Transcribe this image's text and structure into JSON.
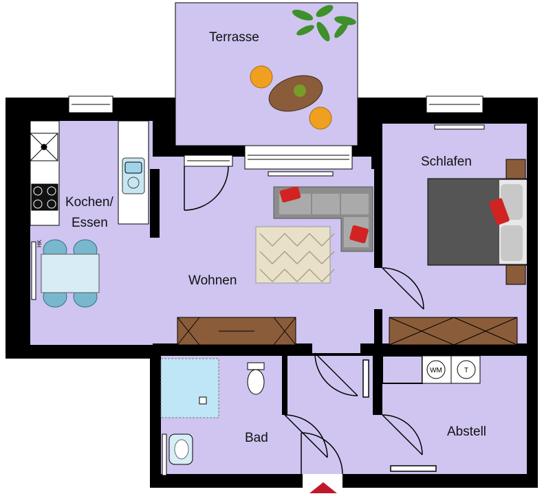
{
  "rooms": {
    "terrasse": "Terrasse",
    "kochen_line1": "Kochen/",
    "kochen_line2": "Essen",
    "wohnen": "Wohnen",
    "schlafen": "Schlafen",
    "bad": "Bad",
    "abstell": "Abstell"
  },
  "appliances": {
    "washer": "WM",
    "dryer": "T",
    "heater": "HK"
  },
  "colors": {
    "floor": "#cfc5f0",
    "wall": "#000000",
    "sofa": "#8c8c8c",
    "cushion": "#d22323",
    "wood": "#8a5c3a",
    "bed_dark": "#555555",
    "chair_blue": "#79b7cc",
    "entrance_arrow": "#c0182a",
    "plant": "#3f8f2a",
    "garden_chair": "#f0a020"
  },
  "icons": [
    "entrance-arrow-icon",
    "plant-icon",
    "sink-icon",
    "stove-icon",
    "toilet-icon",
    "shower-icon"
  ]
}
